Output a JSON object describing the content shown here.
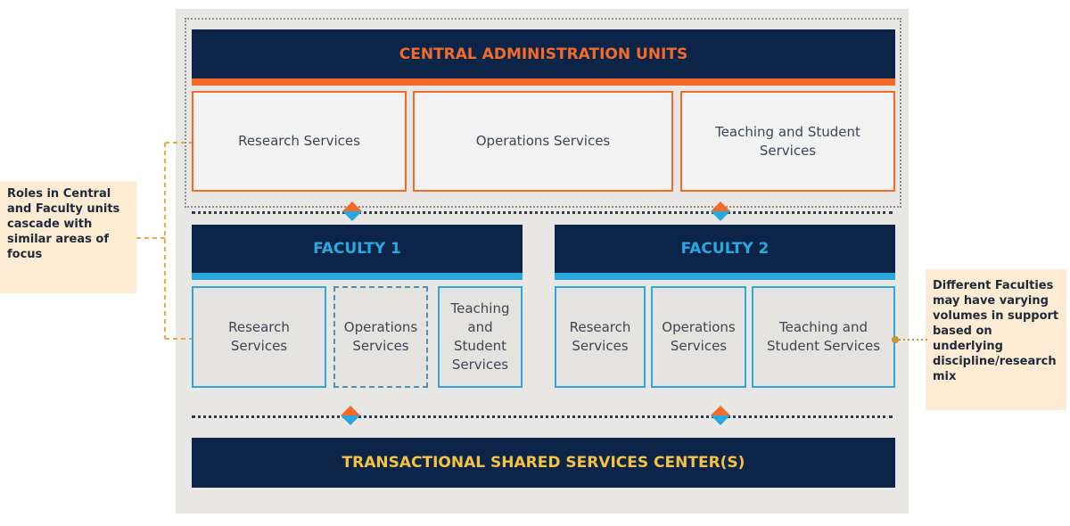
{
  "central": {
    "title": "CENTRAL ADMINISTRATION UNITS",
    "boxes": [
      "Research Services",
      "Operations Services",
      "Teaching and Student Services"
    ]
  },
  "faculty1": {
    "title": "FACULTY 1",
    "boxes": [
      "Research Services",
      "Operations Services",
      "Teaching and Student Services"
    ]
  },
  "faculty2": {
    "title": "FACULTY 2",
    "boxes": [
      "Research Services",
      "Operations Services",
      "Teaching and Student Services"
    ]
  },
  "shared": {
    "title": "TRANSACTIONAL SHARED SERVICES CENTER(S)"
  },
  "notes": {
    "left": "Roles in Central and Faculty units cascade with similar areas of focus",
    "right": "Different Faculties may have varying volumes in support based on underlying discipline/research mix"
  },
  "colors": {
    "navy": "#0b2447",
    "orange": "#f26b2a",
    "cyan": "#29a8e0",
    "yellow": "#f5c242"
  }
}
